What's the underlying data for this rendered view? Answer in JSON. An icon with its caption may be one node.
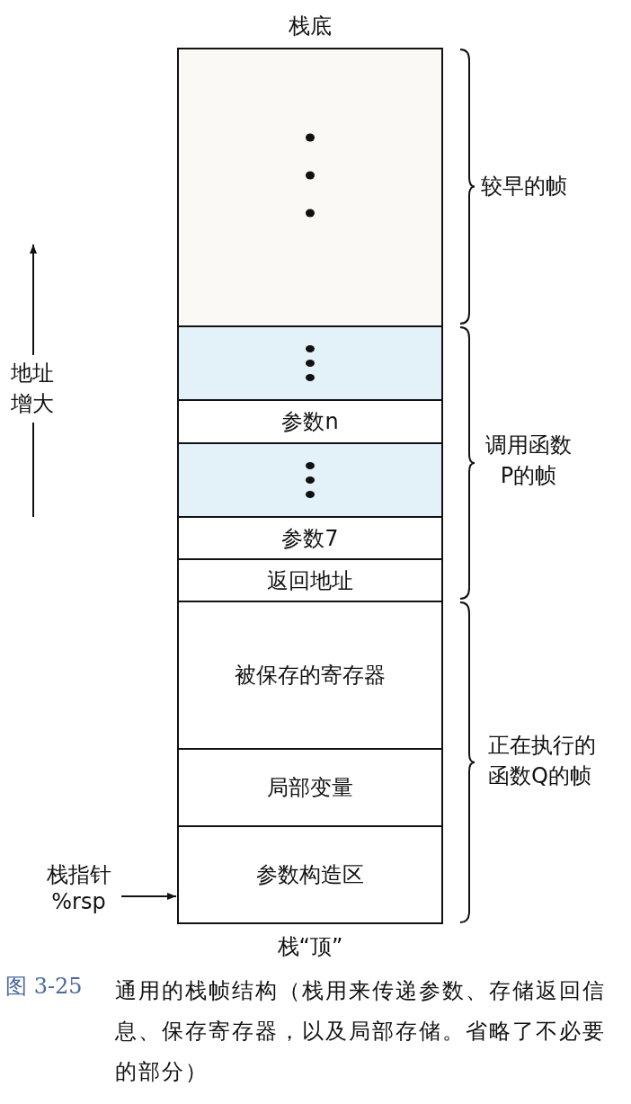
{
  "diagram": {
    "caption": "通用的栈帧结构（栈用来传递参数、存储返回信息、保存寄存器，以及局部存储。省略了不必要的部分）",
    "nodes": [
      {
        "text": [],
        "shape": "box"
      },
      {
        "text": [],
        "shape": "box"
      },
      {
        "text": [
          "参数n"
        ]
      },
      {
        "text": [],
        "shape": "box"
      },
      {
        "text": [
          "参数7"
        ]
      },
      {
        "text": [
          "返回地址"
        ]
      },
      {
        "text": [
          "被保存的寄存器"
        ]
      },
      {
        "text": [
          "局部变量"
        ]
      },
      {
        "text": [
          "参数构造区"
        ]
      },
      {
        "text": [
          "栈指针 %rsp"
        ]
      }
    ],
    "edges": [
      {
        "from": 9,
        "to": 8,
        "arrow": "to"
      }
    ],
    "labels": [
      "栈底",
      "地址增大",
      "较早的帧",
      "调用函数P的帧",
      "正在执行的函数Q的帧",
      "栈“顶”",
      "图 3-25"
    ]
  }
}
